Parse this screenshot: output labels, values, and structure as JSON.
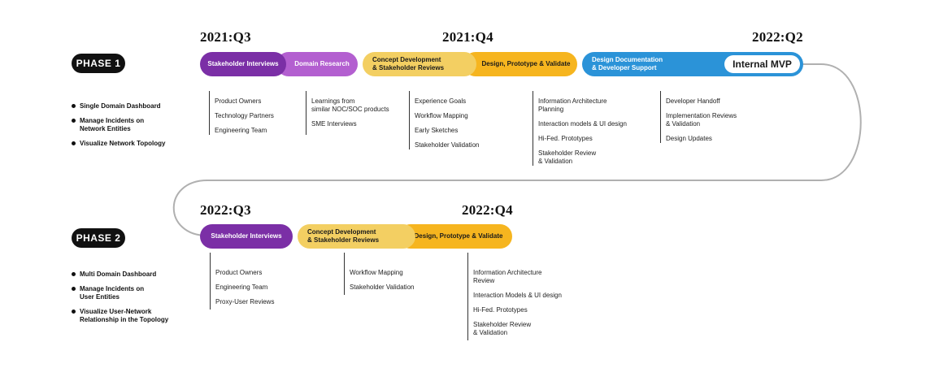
{
  "phase1": {
    "label": "PHASE 1",
    "years": {
      "start": "2021:Q3",
      "mid": "2021:Q4",
      "end": "2022:Q2"
    },
    "goals": [
      "Single Domain Dashboard",
      "Manage Incidents on\nNetwork Entities",
      "Visualize Network Topology"
    ],
    "pills": {
      "stakeholder_interviews": "Stakeholder Interviews",
      "domain_research": "Domain Research",
      "concept_development": "Concept Development\n& Stakeholder Reviews",
      "design_prototype": "Design, Prototype & Validate",
      "design_documentation": "Design Documentation\n& Developer Support",
      "internal_mvp": "Internal MVP"
    },
    "activities": {
      "stakeholder_interviews": [
        "Product Owners",
        "Technology Partners",
        "Engineering Team"
      ],
      "domain_research": [
        "Learnings from\nsimilar NOC/SOC products",
        "SME Interviews"
      ],
      "concept_development": [
        "Experience Goals",
        "Workflow Mapping",
        "Early Sketches",
        "Stakeholder Validation"
      ],
      "design_prototype": [
        "Information Architecture\nPlanning",
        "Interaction models & UI design",
        "Hi-Fed. Prototypes",
        "Stakeholder Review\n& Validation"
      ],
      "design_documentation": [
        "Developer Handoff",
        "Implementation Reviews\n& Validation",
        "Design Updates"
      ]
    }
  },
  "phase2": {
    "label": "PHASE 2",
    "years": {
      "start": "2022:Q3",
      "mid": "2022:Q4"
    },
    "goals": [
      "Multi Domain Dashboard",
      "Manage Incidents on\nUser Entities",
      "Visualize User-Network\nRelationship in the Topology"
    ],
    "pills": {
      "stakeholder_interviews": "Stakeholder Interviews",
      "concept_development": "Concept Development\n& Stakeholder Reviews",
      "design_prototype": "Design, Prototype & Validate"
    },
    "activities": {
      "stakeholder_interviews": [
        "Product Owners",
        "Engineering Team",
        "Proxy-User Reviews"
      ],
      "concept_development": [
        "Workflow Mapping",
        "Stakeholder Validation"
      ],
      "design_prototype": [
        "Information Architecture\nReview",
        "Interaction Models & UI design",
        "Hi-Fed. Prototypes",
        "Stakeholder Review\n& Validation"
      ]
    }
  },
  "colors": {
    "purple_dark": "#7b2fa6",
    "purple_light": "#b35fd0",
    "yellow_light": "#f3cf62",
    "yellow_dark": "#f6b51f",
    "blue": "#2b93d8",
    "connector": "#b0b0b0"
  }
}
